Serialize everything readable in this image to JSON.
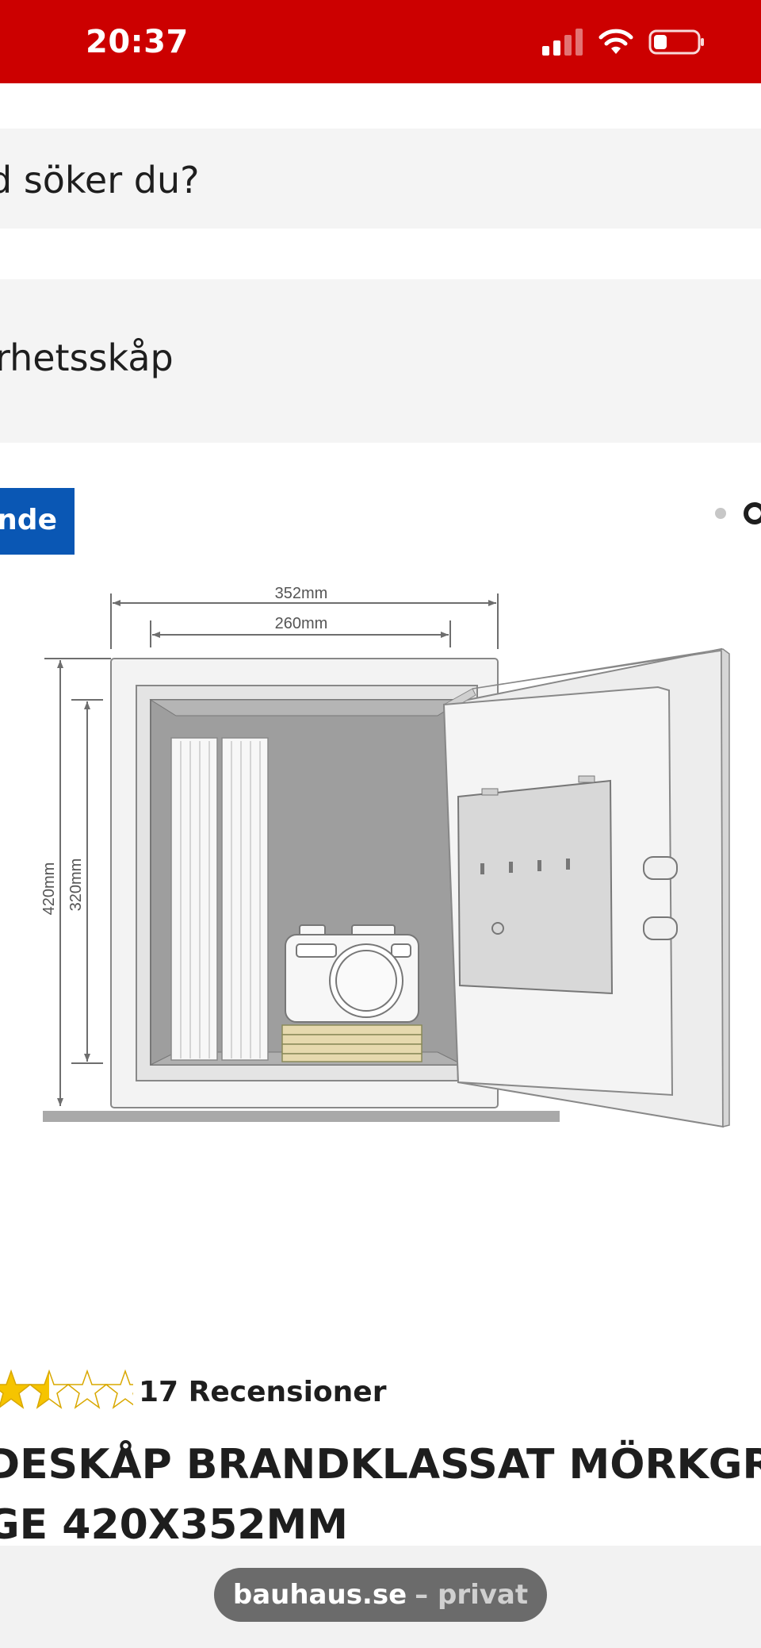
{
  "status_bar": {
    "time": "20:37",
    "signal_icon": "signal-bars-icon",
    "wifi_icon": "wifi-icon",
    "battery_icon": "battery-low-icon",
    "background_color": "#cc0000"
  },
  "search": {
    "placeholder": "d söker du?"
  },
  "category": {
    "label": "rhetsskåp"
  },
  "badge": {
    "label": "nde",
    "color": "#0a57b4"
  },
  "carousel": {
    "total_visible_dots": 2,
    "active_index": 1
  },
  "product_image": {
    "dimensions": {
      "outer_width": "352mm",
      "inner_width": "260mm",
      "outer_height": "420mm",
      "inner_height": "320mm"
    }
  },
  "rating": {
    "stars_filled": 1.5,
    "stars_total": 5,
    "review_count_text": "17 Recensioner"
  },
  "product": {
    "title_line_1": "DESKÅP BRANDKLASSAT MÖRKGRÅ Y",
    "title_line_2": "GE 420X352MM"
  },
  "browser": {
    "url_domain": "bauhaus.se",
    "url_mode": "– privat"
  }
}
